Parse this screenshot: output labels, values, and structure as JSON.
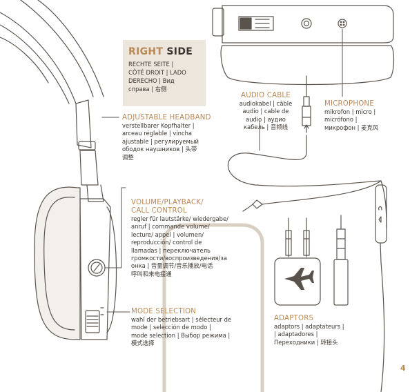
{
  "right_side": {
    "title_a": "RIGHT",
    "title_b": " SIDE",
    "body": "RECHTE SEITE  |\nCÔTÉ DROIT | LADO\nDERECHO  |  Вид\nсправа  |  右侧"
  },
  "adjustable_headband": {
    "title": "ADJUSTABLE HEADBAND",
    "body": "verstellbarer Kopfhalter  |\narceau réglable  |  vincha\najustable  |  регулируемый\nободок наушников  |  头带\n调整"
  },
  "audio_cable": {
    "title": "AUDIO CABLE",
    "body": "audiokabel | câble\naudio  |  cable de\naudio  |  аудио\nкабель  |  音频线"
  },
  "microphone": {
    "title": "MICROPHONE",
    "body": "mikrofon  |  micro  |\nmicrófono  |\nмикрофон  |  麦克风"
  },
  "volume_control": {
    "title_line1": "VOLUME/PLAYBACK/",
    "title_line2": "CALL CONTROL",
    "body": "regler für lautstärke/ wiedergabe/\nanruf  |  commande volume/\nlecture/ appel  |  volumen/\nreproducción/ control de\nllamadas  |  переключатель\nгромкости/воспроизведения/за\nонка  |  音量调节/音乐播放/电话\n呼叫和来电接通"
  },
  "mode_selection": {
    "title": "MODE SELECTION",
    "body": "wahl der betriebsart  |  sélecteur de\nmode  |  selección de modo  |\nmode selection  |  Выбор режима  |\n模式选择"
  },
  "adaptors": {
    "title": "ADAPTORS",
    "body": "adaptors  |  adaptateurs  |\n| adaptadores  |\nПереходники  |  转接头"
  },
  "page_number": "4",
  "colors": {
    "accent": "#b98a56",
    "line": "#5a534c",
    "box": "#ece6dd",
    "ear_fill": "#f3f0ec"
  },
  "icons": [
    "airplane-icon",
    "microphone-grille-icon",
    "volume-knob-icon",
    "mode-switch-icon",
    "headphone-jack-icon"
  ]
}
